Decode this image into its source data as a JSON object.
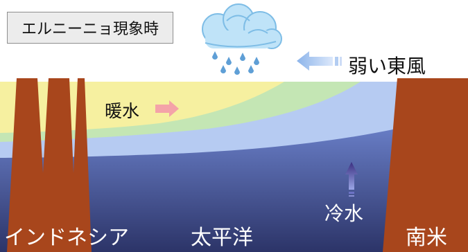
{
  "title": "エルニーニョ現象時",
  "labels": {
    "weak_east_wind": "弱い東風",
    "warm_water": "暖水",
    "cold_water": "冷水",
    "indonesia": "インドネシア",
    "pacific": "太平洋",
    "south_america": "南米"
  },
  "colors": {
    "warm_layer": "#f6f0a0",
    "green_band": "#c4e6b4",
    "light_blue": "#b6cbf2",
    "deep_top": "#7e98e8",
    "deep_bottom": "#2c3468",
    "land": "#a8461c",
    "wind_arrow": "#8cb4ea",
    "warm_arrow": "#f4a3a8",
    "cold_arrow": "#4a3c8c"
  },
  "icons": {
    "cloud": "rain-cloud-icon"
  }
}
